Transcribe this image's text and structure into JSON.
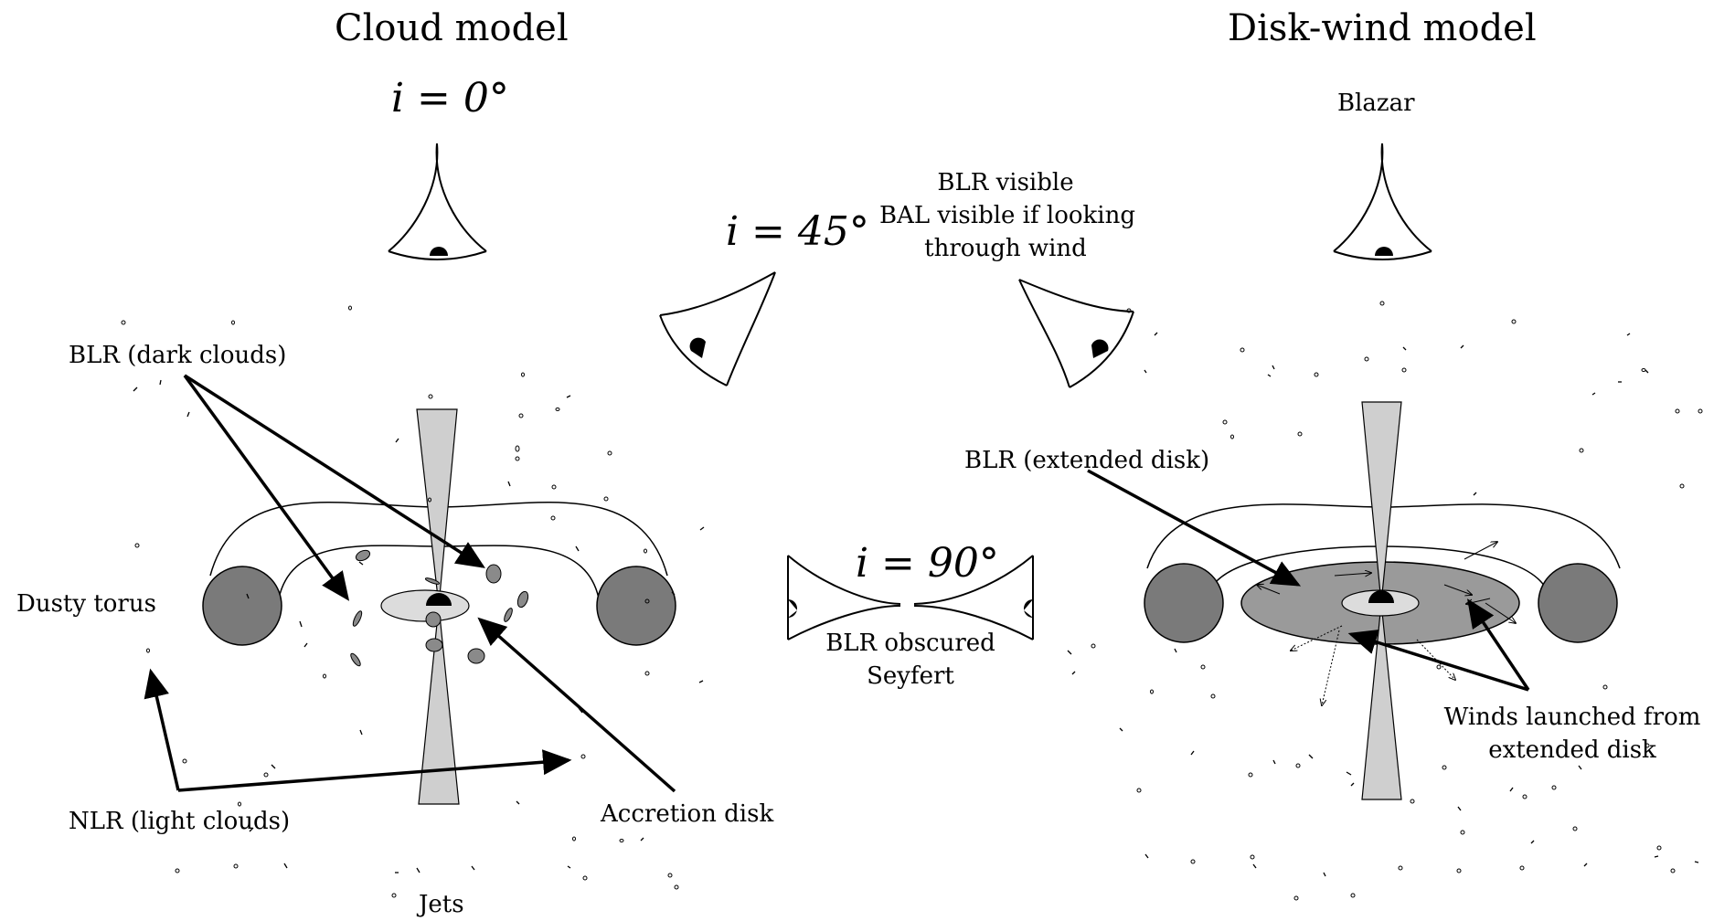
{
  "titles": {
    "cloud": "Cloud model",
    "disk_wind": "Disk-wind model"
  },
  "angles": {
    "top": "i = 0°",
    "mid": "i = 45°",
    "side": "i = 90°"
  },
  "viewers": {
    "blazar": "Blazar",
    "bal_line1": "BLR visible",
    "bal_line2": "BAL visible if looking",
    "bal_line3": "through wind",
    "seyfert_line1": "BLR obscured",
    "seyfert_line2": "Seyfert"
  },
  "cloud_labels": {
    "blr": "BLR (dark clouds)",
    "torus": "Dusty torus",
    "nlr": "NLR (light clouds)",
    "disk": "Accretion disk",
    "jets": "Jets"
  },
  "wind_labels": {
    "blr": "BLR (extended disk)",
    "winds_line1": "Winds launched from",
    "winds_line2": "extended disk"
  },
  "colors": {
    "line": "#000000",
    "torus_fill": "#7a7a7a",
    "jet_fill": "#cfcfcf",
    "disk_fill": "#dcdcdc",
    "extended_disk_fill": "#9a9a9a",
    "cloud_fill": "#8a8a8a"
  }
}
